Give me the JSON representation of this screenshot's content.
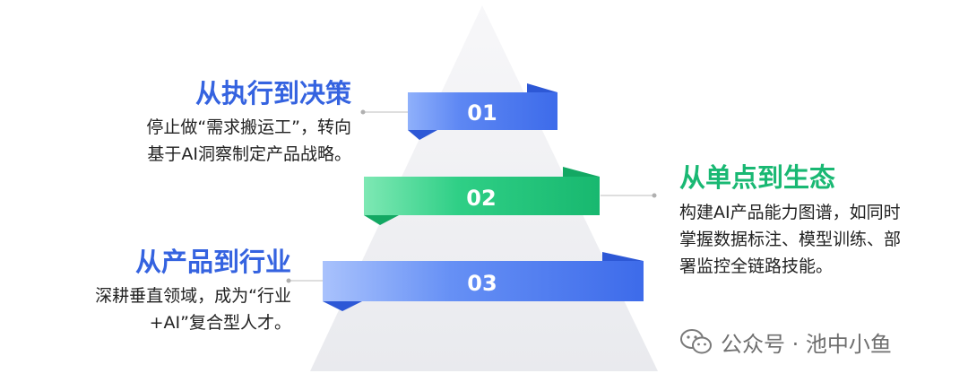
{
  "levels": [
    {
      "number": "01",
      "title": "从执行到决策",
      "desc_lines": [
        "停止做“需求搬运工”，转向",
        "基于AI洞察制定产品战略。"
      ],
      "color": "#4f7cf0",
      "color_light": "#6a9af7"
    },
    {
      "number": "02",
      "title": "从单点到生态",
      "desc_lines": [
        "构建AI产品能力图谱，如同时",
        "掌握数据标注、模型训练、部",
        "署监控全链路技能。"
      ],
      "color": "#22c77e",
      "color_light": "#44dd9a"
    },
    {
      "number": "03",
      "title": "从产品到行业",
      "desc_lines": [
        "深耕垂直领域，成为“行业",
        "+AI”复合型人才。"
      ],
      "color": "#4f7cf0",
      "color_light": "#6a9af7"
    }
  ],
  "watermark": {
    "text": "公众号 · 池中小鱼",
    "icon": "wechat-icon"
  }
}
